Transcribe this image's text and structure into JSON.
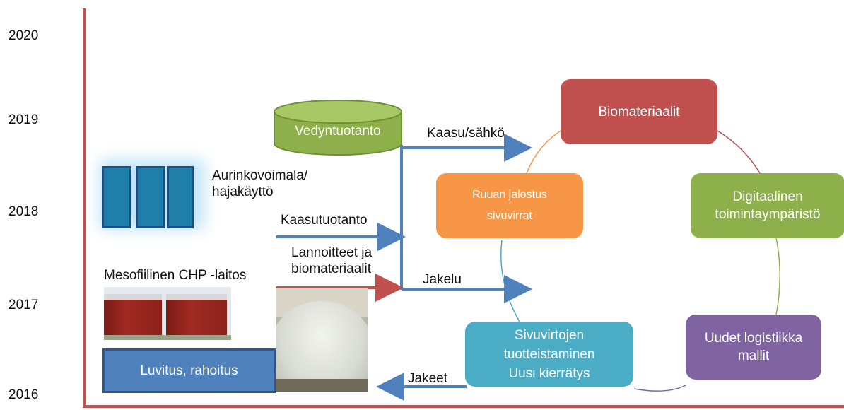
{
  "years": [
    "2020",
    "2019",
    "2018",
    "2017",
    "2016"
  ],
  "cylinder": {
    "label": "Vedyntuotanto"
  },
  "labels": {
    "solar": "Aurinkovoimala/\nhajakäyttö",
    "gas_production": "Kaasutuotanto",
    "fertilizers": "Lannoitteet ja\nbiomateriaalit",
    "chp": "Mesofiilinen CHP -laitos",
    "gas_electricity": "Kaasu/sähkö",
    "distribution": "Jakelu",
    "fractions": "Jakeet"
  },
  "boxes": {
    "permits": "Luvitus, rahoitus",
    "biomaterials": "Biomateriaalit",
    "food_processing_l1": "Ruuan jalostus",
    "food_processing_l2": "sivuvirrat",
    "digital": "Digitaalinen\ntoimintaympäristö",
    "side_stream_l1": "Sivuvirtojen",
    "side_stream_l2": "tuotteistaminen",
    "side_stream_l3": "Uusi kierrätys",
    "logistics": "Uudet logistiikka\nmallit"
  },
  "colors": {
    "axis": "#c0504d",
    "arrow_blue": "#4f81bd",
    "arrow_red": "#c0504d",
    "green": "#8db04a",
    "red": "#c0504d",
    "orange": "#f79646",
    "teal": "#4bacc6",
    "purple": "#8064a2",
    "blue": "#4f81bd"
  }
}
